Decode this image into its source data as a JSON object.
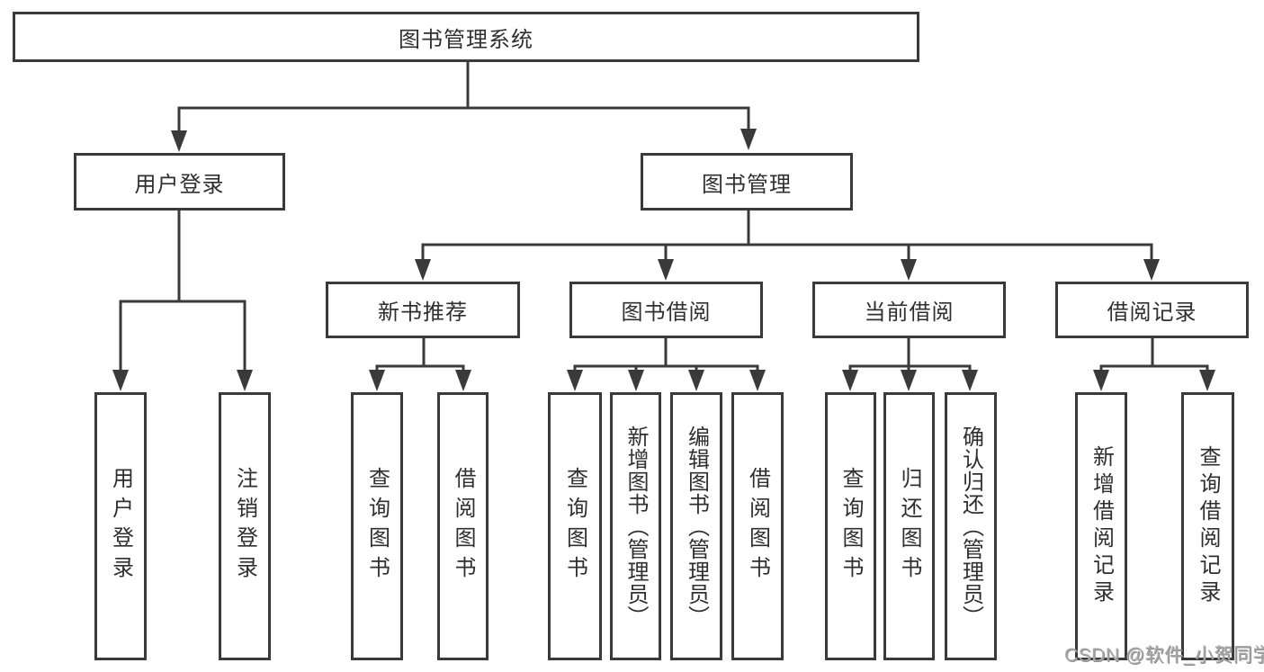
{
  "colors": {
    "background": "#ffffff",
    "line": "#3a3a3a",
    "box_border": "#3a3a3a",
    "box_fill": "#ffffff",
    "text": "#2f2f2f",
    "watermark": "#a8a8a8"
  },
  "watermark": "CSDN @软件_小贺同学",
  "tree": {
    "root": {
      "label": "图书管理系统"
    },
    "branches": [
      {
        "label": "用户登录",
        "children": [
          {
            "label": "用户登录"
          },
          {
            "label": "注销登录"
          }
        ]
      },
      {
        "label": "图书管理",
        "sections": [
          {
            "label": "新书推荐",
            "children": [
              {
                "label": "查询图书"
              },
              {
                "label": "借阅图书"
              }
            ]
          },
          {
            "label": "图书借阅",
            "children": [
              {
                "label": "查询图书"
              },
              {
                "label": "新增图书（管理员）"
              },
              {
                "label": "编辑图书（管理员）"
              },
              {
                "label": "借阅图书"
              }
            ]
          },
          {
            "label": "当前借阅",
            "children": [
              {
                "label": "查询图书"
              },
              {
                "label": "归还图书"
              },
              {
                "label": "确认归还（管理员）"
              }
            ]
          },
          {
            "label": "借阅记录",
            "children": [
              {
                "label": "新增借阅记录"
              },
              {
                "label": "查询借阅记录"
              }
            ]
          }
        ]
      }
    ]
  }
}
